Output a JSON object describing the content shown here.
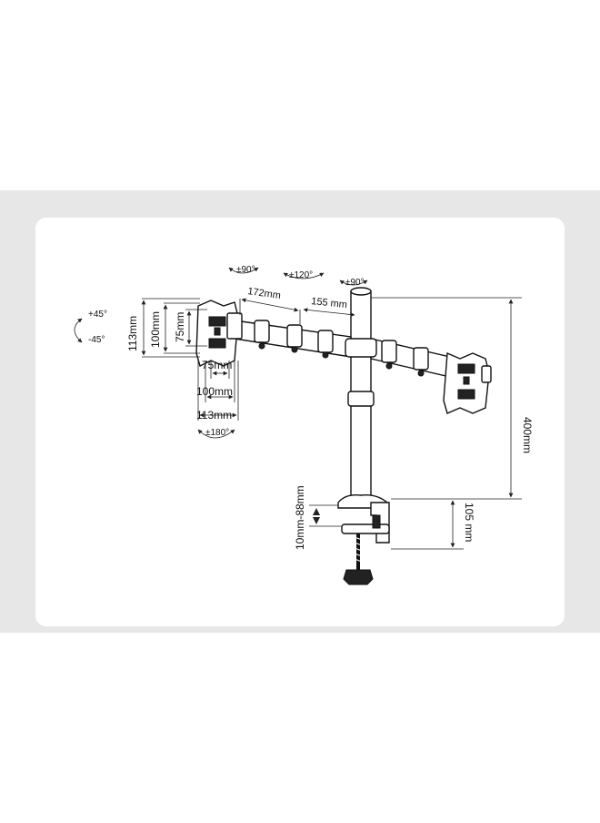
{
  "colors": {
    "band": "#e7e7e7",
    "card": "#ffffff",
    "ink": "#111111"
  },
  "labels": {
    "tilt_plus": "+45°",
    "tilt_minus": "-45°",
    "swivel_left": "±90°",
    "swivel_mid": "±120°",
    "swivel_right": "±90°",
    "arm_outer": "172mm",
    "arm_inner": "155 mm",
    "vesa_h_113": "113mm",
    "vesa_h_100": "100mm",
    "vesa_h_75": "75mm",
    "vesa_w_75": "75mm",
    "vesa_w_100": "100mm",
    "vesa_w_113": "113mm",
    "rotate": "±180°",
    "pole_height": "400mm",
    "clamp_range": "10mm-88mm",
    "clamp_height": "105 mm"
  }
}
